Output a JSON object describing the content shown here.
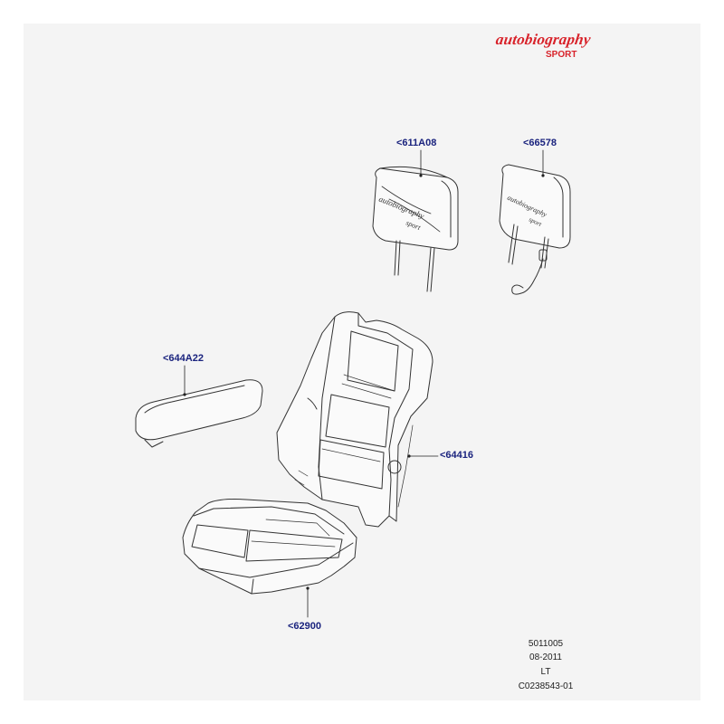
{
  "logo": {
    "brand": "autobiography",
    "sub": "SPORT",
    "color": "#d8222a"
  },
  "callouts": {
    "headrest_left": "<611A08",
    "headrest_right": "<66578",
    "armrest": "<644A22",
    "seat_back": "<64416",
    "seat_cushion": "<62900"
  },
  "reference": {
    "code": "5011005",
    "date": "08-2011",
    "variant": "LT",
    "drawing_id": "C0238543-01"
  },
  "colors": {
    "callout_text": "#1a237e",
    "line_art": "#333333",
    "background": "#f4f4f4"
  }
}
